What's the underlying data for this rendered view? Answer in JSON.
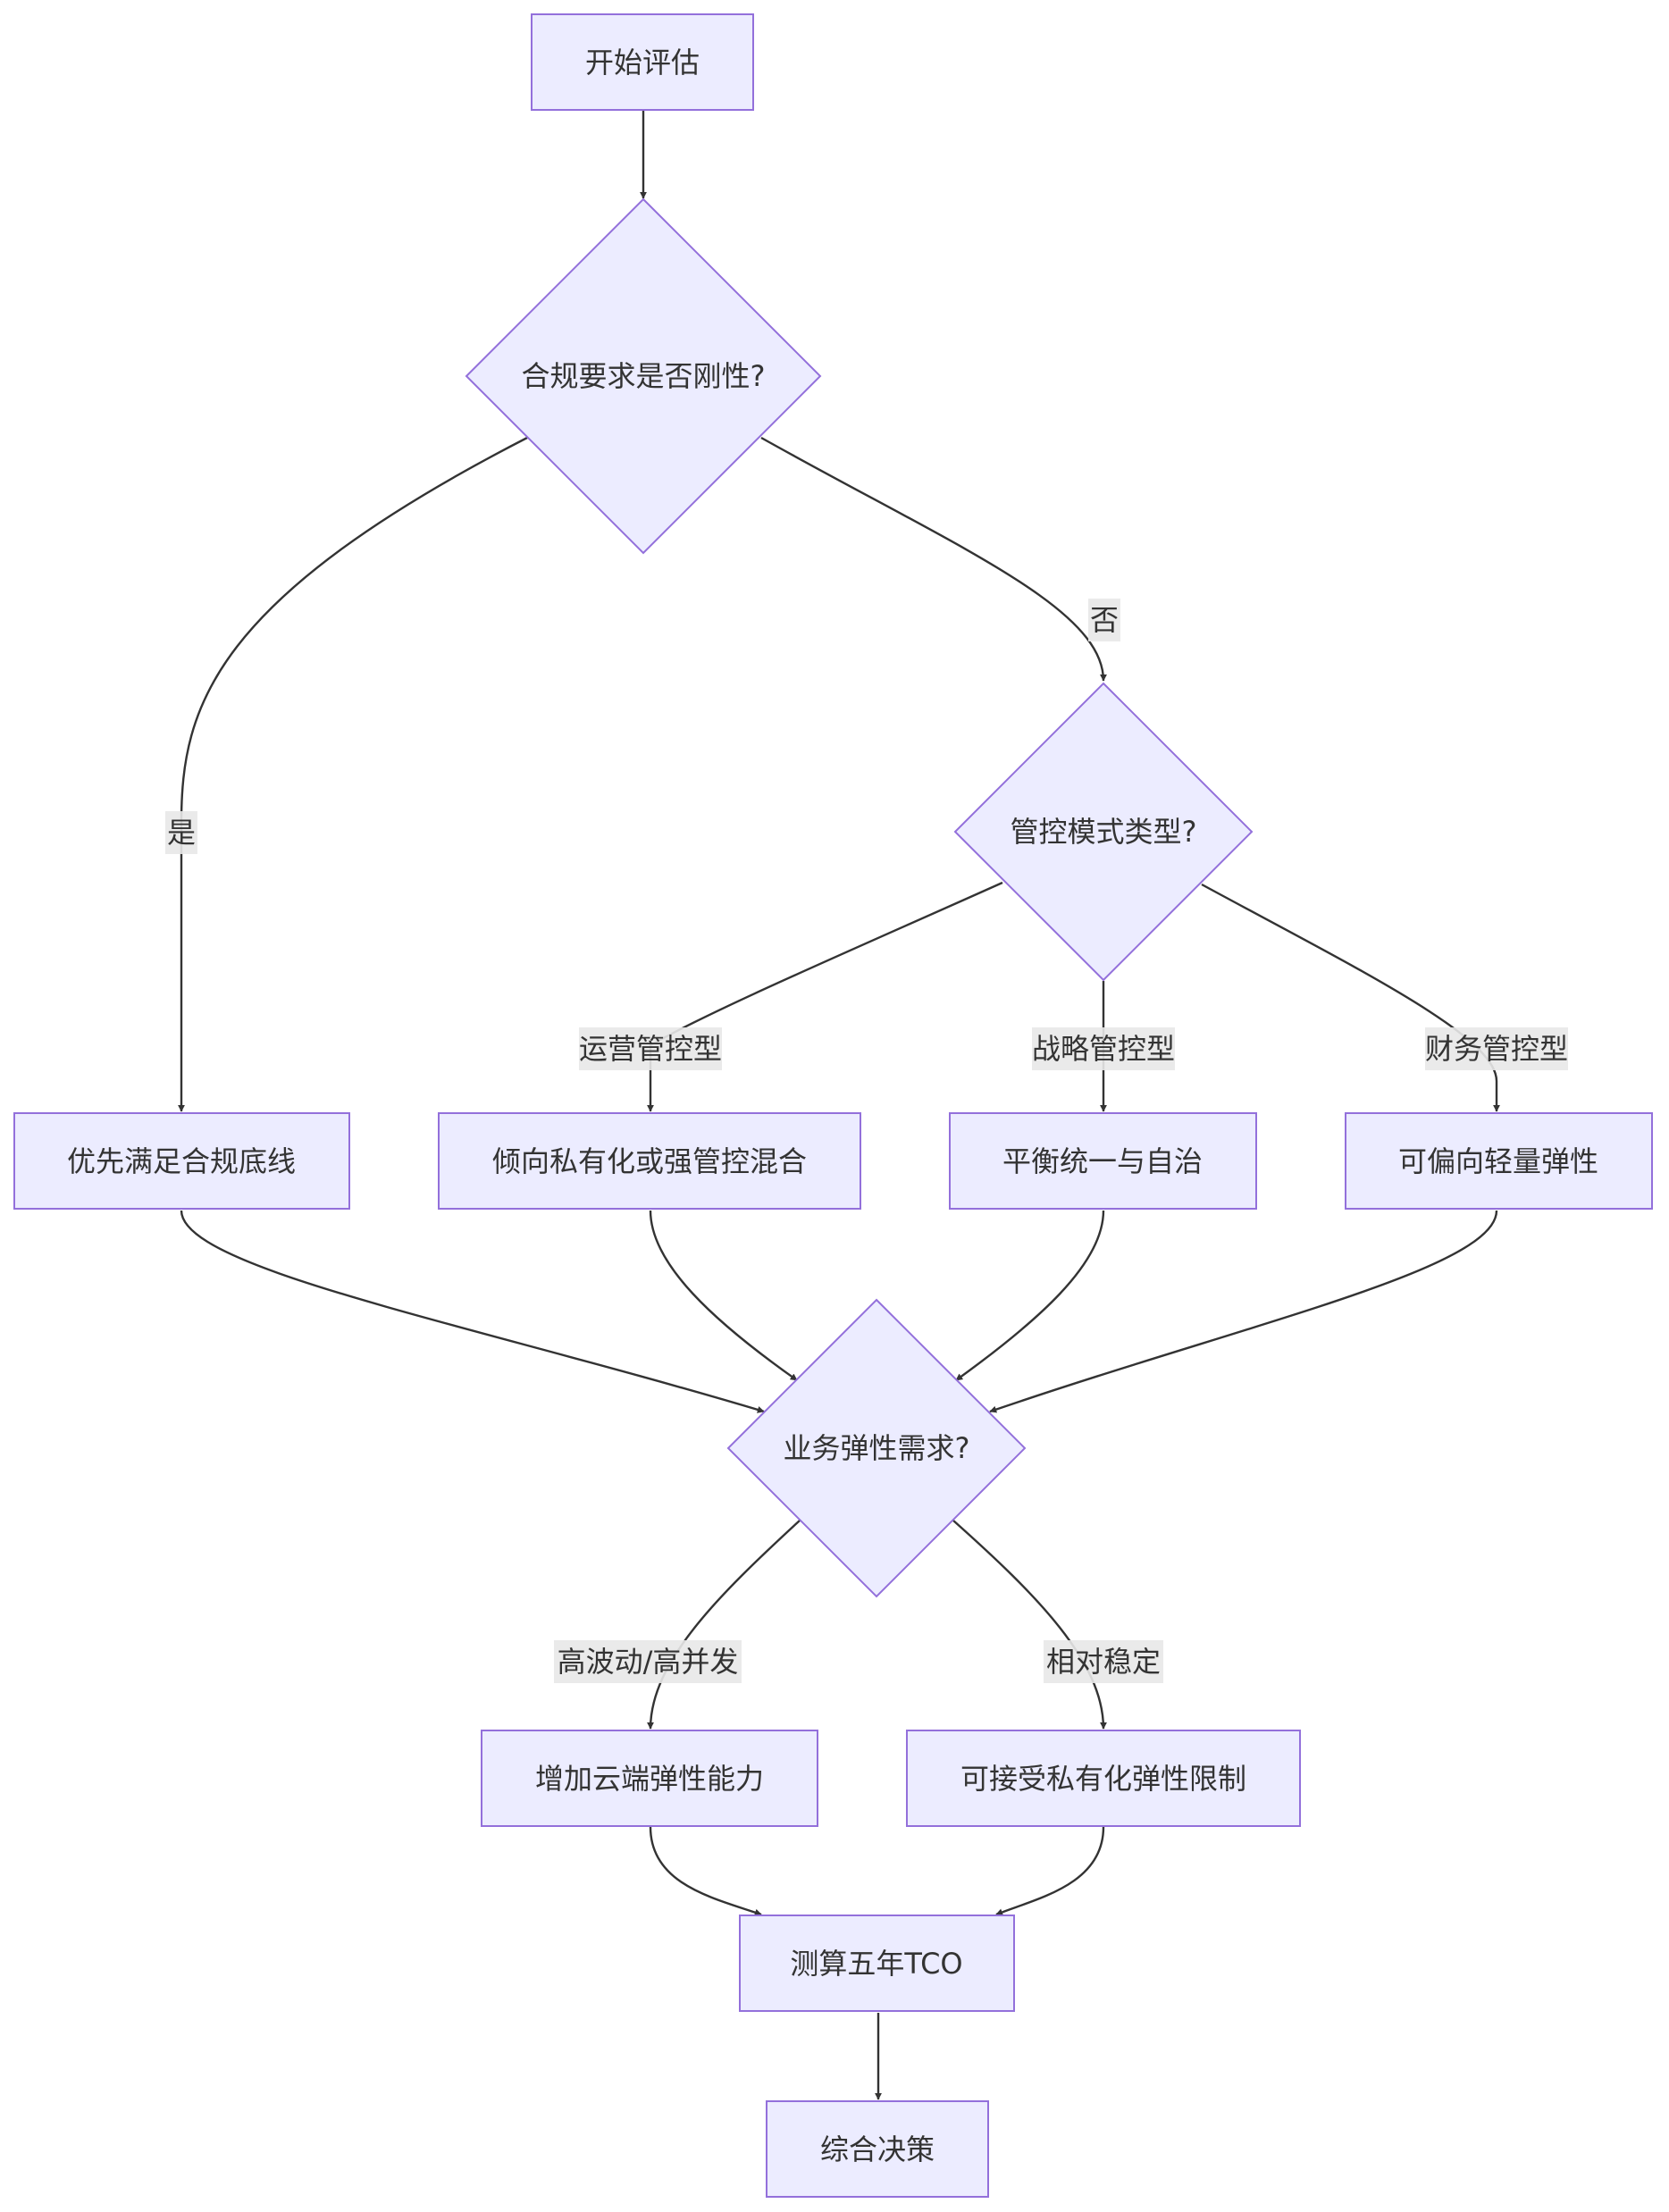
{
  "colors": {
    "node_fill": "#ececff",
    "node_stroke": "#9370db",
    "edge": "#333333",
    "label_bg": "#e8e8e8",
    "text": "#333333"
  },
  "nodes": {
    "start": "开始评估",
    "compliance": "合规要求是否刚性?",
    "control_mode": "管控模式类型?",
    "meet_compliance": "优先满足合规底线",
    "private_hybrid": "倾向私有化或强管控混合",
    "balance": "平衡统一与自治",
    "light_elastic": "可偏向轻量弹性",
    "elastic_need": "业务弹性需求?",
    "cloud_elastic": "增加云端弹性能力",
    "accept_private": "可接受私有化弹性限制",
    "tco": "测算五年TCO",
    "decision": "综合决策"
  },
  "edge_labels": {
    "no": "否",
    "yes": "是",
    "operational": "运营管控型",
    "strategic": "战略管控型",
    "financial": "财务管控型",
    "high_volatility": "高波动/高并发",
    "stable": "相对稳定"
  }
}
